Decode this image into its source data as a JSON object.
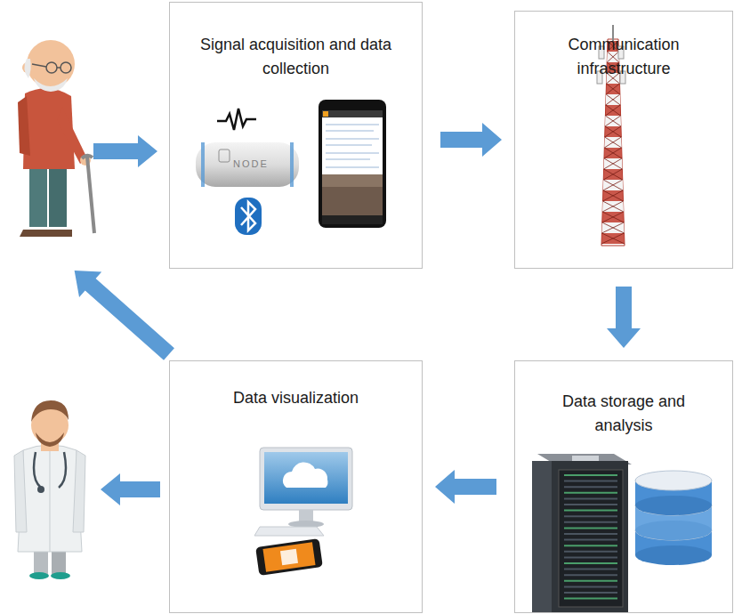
{
  "diagram": {
    "nodes": [
      {
        "text": [
          "Signal acquisition and data collection"
        ]
      },
      {
        "text": [
          "Communication infrastructure"
        ]
      },
      {
        "text": [
          "Data storage and analysis"
        ]
      },
      {
        "text": [
          "Data visualization"
        ]
      }
    ],
    "edges": [
      {
        "from": 0,
        "to": 1,
        "arrow": "to"
      },
      {
        "from": 1,
        "to": 2,
        "arrow": "to"
      },
      {
        "from": 2,
        "to": 3,
        "arrow": "to"
      }
    ],
    "labels": [
      "NODE"
    ]
  }
}
